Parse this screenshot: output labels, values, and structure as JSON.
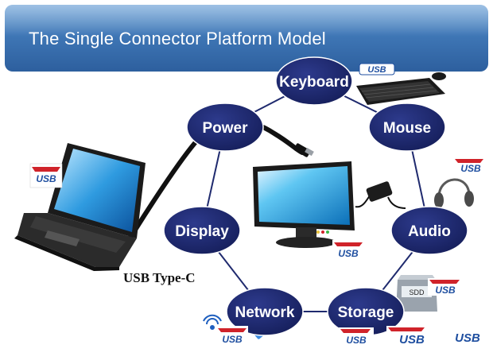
{
  "title": "The Single Connector Platform Model",
  "nodes": {
    "keyboard": "Keyboard",
    "mouse": "Mouse",
    "power": "Power",
    "display": "Display",
    "audio": "Audio",
    "network": "Network",
    "storage": "Storage"
  },
  "connector_label": "USB Type-C",
  "usb_logo_text": "USB",
  "ssd_label": "SDD",
  "node_color": "#1f2a6e",
  "accent_red": "#d0232a"
}
